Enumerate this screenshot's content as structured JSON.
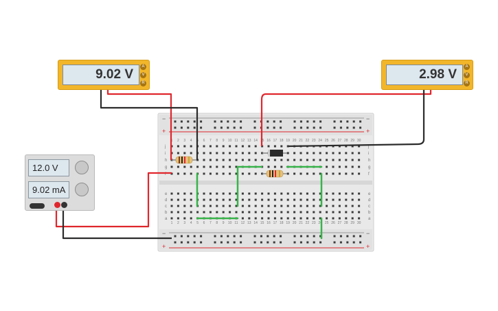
{
  "meter_left": {
    "reading": "9.02 V",
    "buttons": [
      "A",
      "V",
      "R"
    ]
  },
  "meter_right": {
    "reading": "2.98 V",
    "buttons": [
      "A",
      "V",
      "R"
    ]
  },
  "power_supply": {
    "voltage": "12.0 V",
    "current": "9.02 mA"
  },
  "breadboard": {
    "columns": [
      "1",
      "2",
      "3",
      "4",
      "5",
      "6",
      "7",
      "8",
      "9",
      "10",
      "11",
      "12",
      "13",
      "14",
      "15",
      "16",
      "17",
      "18",
      "19",
      "20",
      "21",
      "22",
      "23",
      "24",
      "25",
      "26",
      "27",
      "28",
      "29",
      "30"
    ],
    "row_letters_top": [
      "j",
      "i",
      "h",
      "g",
      "f"
    ],
    "row_letters_bottom": [
      "e",
      "d",
      "c",
      "b",
      "a"
    ],
    "rail_plus": "+",
    "rail_minus": "−"
  },
  "colors": {
    "wire_red": "#e0262c",
    "wire_black": "#2b2b2b",
    "wire_green": "#38b44a",
    "meter_body": "#f2b62b"
  }
}
